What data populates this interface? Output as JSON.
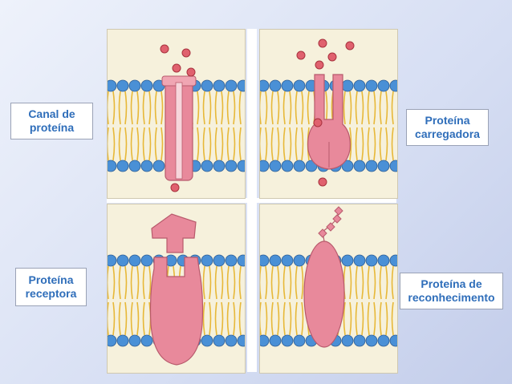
{
  "labels": {
    "channel": [
      "Canal de",
      "proteína"
    ],
    "carrier": [
      "Proteína",
      "carregadora"
    ],
    "receptor": [
      "Proteína",
      "receptora"
    ],
    "recognition": [
      "Proteína de",
      "reconhecimento"
    ]
  },
  "colors": {
    "label_text": "#2f6eba",
    "head": "#4a90d6",
    "tail": "#e7b838",
    "protein": "#e8899b",
    "ion": "#e0616e",
    "panel_bg": "#f6f1dc"
  }
}
